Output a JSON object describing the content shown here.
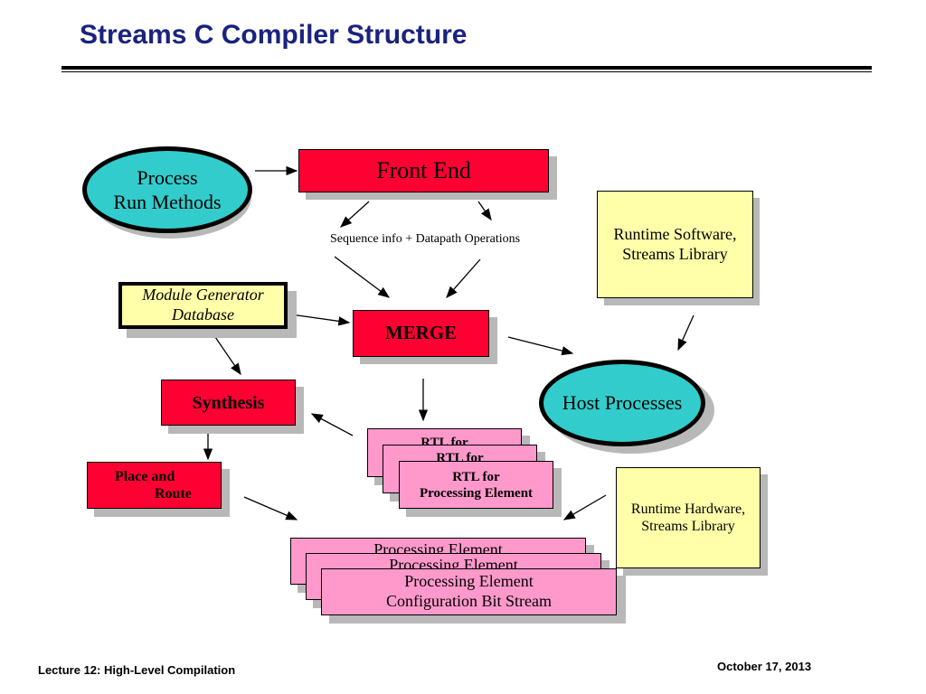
{
  "title": "Streams C Compiler Structure",
  "nodes": {
    "process_run": {
      "line1": "Process",
      "line2": "Run Methods"
    },
    "front_end": {
      "label": "Front End"
    },
    "seq_info": {
      "label": "Sequence info + Datapath Operations"
    },
    "runtime_software": {
      "line1": "Runtime Software,",
      "line2": "Streams Library"
    },
    "module_gen": {
      "line1": "Module Generator",
      "line2": "Database"
    },
    "merge": {
      "label": "MERGE"
    },
    "synthesis": {
      "label": "Synthesis"
    },
    "host_processes": {
      "label": "Host Processes"
    },
    "rtl": {
      "line1": "RTL for",
      "line2": "Processing Element"
    },
    "place_route": {
      "line1": "Place and",
      "line2": "Route"
    },
    "runtime_hardware": {
      "line1": "Runtime Hardware,",
      "line2": "Streams Library"
    },
    "pe_config": {
      "line1": "Processing Element",
      "line2": "Configuration Bit Stream"
    }
  },
  "footer": {
    "left": "Lecture 12: High-Level Compilation",
    "right": "October 17, 2013"
  },
  "colors": {
    "title": "#1a237e",
    "red_box": "#ff0033",
    "yellow_box": "#ffffaa",
    "pink_box": "#ff99cc",
    "ellipse": "#33cccc"
  }
}
